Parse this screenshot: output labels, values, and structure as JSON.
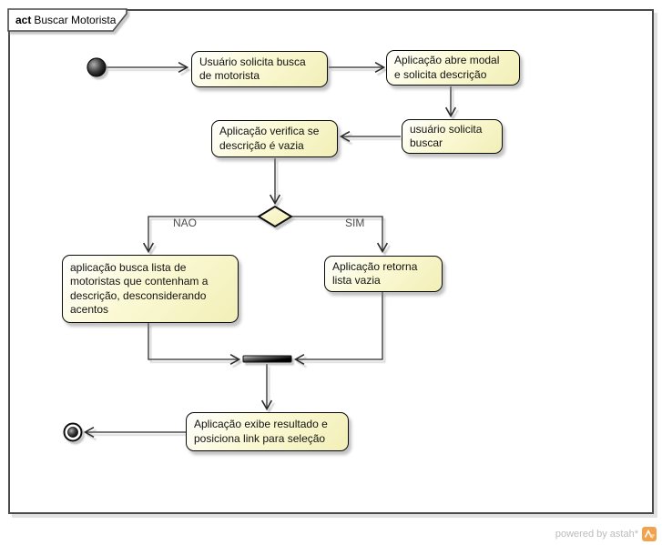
{
  "frame": {
    "keyword": "act",
    "name": "Buscar Motorista"
  },
  "diagram": {
    "type": "uml-activity-diagram",
    "activities": [
      {
        "id": "a1",
        "label": "Usuário solicita busca\nde motorista"
      },
      {
        "id": "a2",
        "label": "Aplicação abre modal\ne solicita descrição"
      },
      {
        "id": "a3",
        "label": "usuário solicita\nbuscar"
      },
      {
        "id": "a4",
        "label": "Aplicação verifica se\ndescrição é vazia"
      },
      {
        "id": "a5",
        "label": "aplicação busca lista de\nmotoristas que contenham a\ndescrição, desconsiderando\nacentos"
      },
      {
        "id": "a6",
        "label": "Aplicação retorna\nlista vazia"
      },
      {
        "id": "a7",
        "label": "Aplicação exibe resultado e\nposiciona link para seleção"
      }
    ],
    "decision": {
      "no_label": "NAO",
      "yes_label": "SIM"
    },
    "flow": [
      "start -> a1 -> a2 -> a3 -> a4 -> decision",
      "decision -NAO-> a5 -> join",
      "decision -SIM-> a6 -> join",
      "join -> a7 -> end"
    ]
  },
  "footer": {
    "credit": "powered by astah*"
  },
  "colors": {
    "node_fill": "#fbf8cd",
    "node_border": "#000000",
    "frame_border": "#4a4a4a",
    "edge": "#2b2b2b",
    "branch_label": "#4d4d4d",
    "footer_text": "#bcbcbc",
    "logo_orange": "#f2a24d"
  }
}
